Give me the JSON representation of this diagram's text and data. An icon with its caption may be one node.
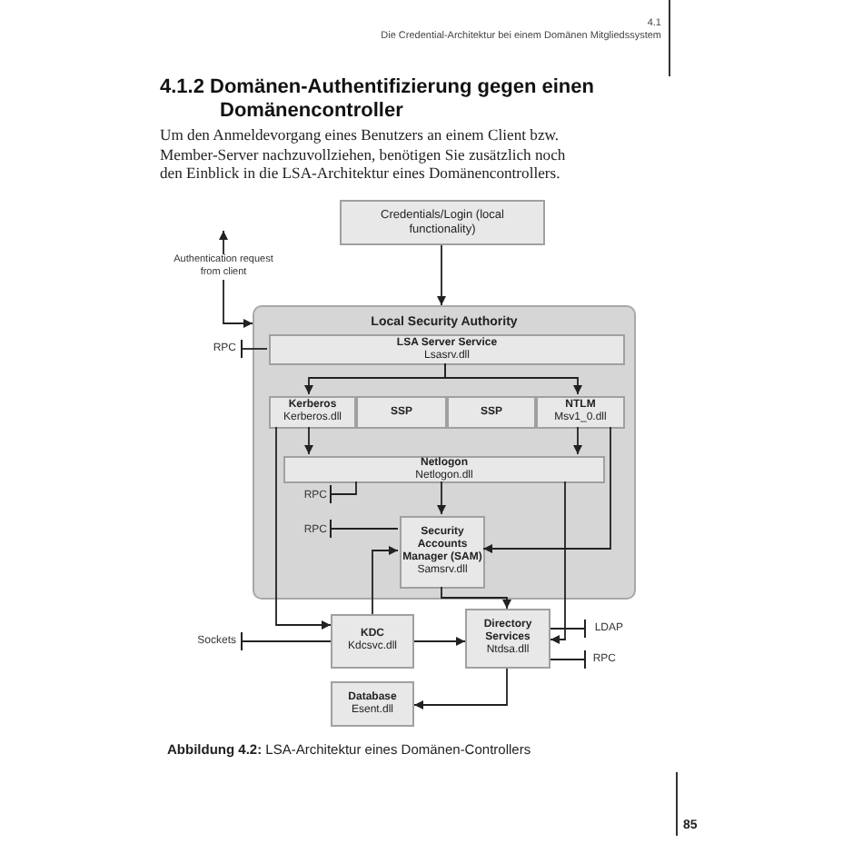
{
  "diagram": {
    "title": "4.1.2 Domänen-Authentifizierung gegen einen Domänencontroller",
    "caption": "**Abbildung 4.2:** LSA-Architektur eines Domänen-Controllers",
    "nodes": [
      {
        "text": [
          "Credentials/Login (local functionality)"
        ]
      },
      {
        "text": [
          "Local Security Authority"
        ]
      },
      {
        "text": [
          "LSA Server Service",
          "Lsasrv.dll"
        ],
        "in": 1
      },
      {
        "text": [
          "Kerberos",
          "Kerberos.dll"
        ],
        "in": 1
      },
      {
        "text": [
          "SSP"
        ],
        "in": 1
      },
      {
        "text": [
          "SSP"
        ],
        "in": 1
      },
      {
        "text": [
          "NTLM",
          "Msv1_0.dll"
        ],
        "in": 1
      },
      {
        "text": [
          "Netlogon",
          "Netlogon.dll"
        ],
        "in": 1
      },
      {
        "text": [
          "Security Accounts Manager (SAM)",
          "Samsrv.dll"
        ],
        "in": 1
      },
      {
        "text": [
          "RPC"
        ]
      },
      {
        "text": [
          "RPC"
        ],
        "in": 1
      },
      {
        "text": [
          "RPC"
        ],
        "in": 1
      },
      {
        "text": [
          "Sockets"
        ]
      },
      {
        "text": [
          "KDC",
          "Kdcsvc.dll"
        ]
      },
      {
        "text": [
          "Directory Services",
          "Ntdsa.dll"
        ]
      },
      {
        "text": [
          "LDAP"
        ]
      },
      {
        "text": [
          "RPC"
        ]
      },
      {
        "text": [
          "Database",
          "Esent.dll"
        ]
      }
    ],
    "edges": [
      {
        "from": 0,
        "to": 1,
        "arrow": "to"
      },
      {
        "from": null,
        "to": 1,
        "arrow": "both",
        "label": "Authentication request from client"
      },
      {
        "from": 2,
        "to": 3,
        "arrow": "to"
      },
      {
        "from": 2,
        "to": 6,
        "arrow": "to"
      },
      {
        "from": 3,
        "to": 7,
        "arrow": "to"
      },
      {
        "from": 6,
        "to": 7,
        "arrow": "to"
      },
      {
        "from": 7,
        "to": 8,
        "arrow": "to"
      },
      {
        "from": 3,
        "to": 13,
        "arrow": "to"
      },
      {
        "from": 6,
        "to": 8,
        "arrow": "to"
      },
      {
        "from": 7,
        "to": 14,
        "arrow": "to"
      },
      {
        "from": 13,
        "to": 8,
        "arrow": "to"
      },
      {
        "from": 13,
        "to": 14,
        "arrow": "to"
      },
      {
        "from": 8,
        "to": 14,
        "arrow": "to"
      },
      {
        "from": 14,
        "to": 17,
        "arrow": "to"
      },
      {
        "from": 9,
        "to": 2,
        "arrow": "other"
      },
      {
        "from": 10,
        "to": 7,
        "arrow": "other"
      },
      {
        "from": 11,
        "to": 8,
        "arrow": "other"
      },
      {
        "from": 12,
        "to": 13,
        "arrow": "other"
      },
      {
        "from": 15,
        "to": 14,
        "arrow": "other"
      },
      {
        "from": 16,
        "to": 14,
        "arrow": "other"
      }
    ],
    "labels": [
      "4.1",
      "Die Credential-Architektur bei einem Domänen Mitgliedssystem",
      "Um den Anmeldevorgang eines Benutzers an einem Client bzw. Member-Server nachzuvollziehen, benötigen Sie zusätzlich noch den Einblick in die LSA-Architektur eines Domänencontrollers.",
      "85"
    ]
  }
}
